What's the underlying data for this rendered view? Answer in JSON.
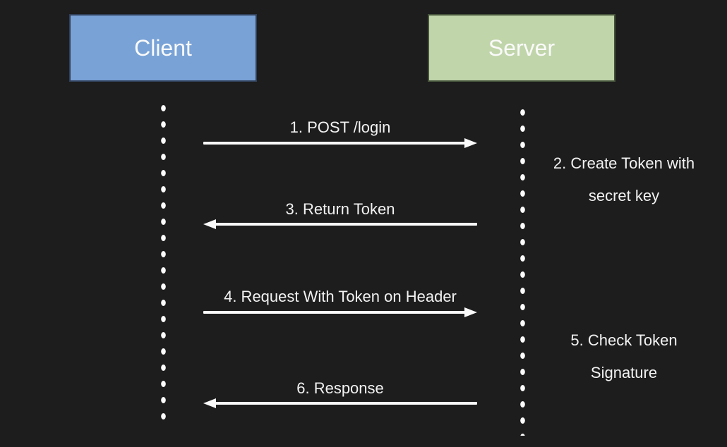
{
  "colors": {
    "background": "#1d1d1d",
    "client_fill": "#79a3d7",
    "server_fill": "#c0d5aa",
    "text": "#f2f2f2",
    "arrow": "#fafafa"
  },
  "actors": {
    "client": {
      "label": "Client"
    },
    "server": {
      "label": "Server"
    }
  },
  "messages": {
    "m1": {
      "label": "1. POST /login",
      "direction": "right"
    },
    "m3": {
      "label": "3. Return Token",
      "direction": "left"
    },
    "m4": {
      "label": "4. Request With Token on Header",
      "direction": "right"
    },
    "m6": {
      "label": "6. Response",
      "direction": "left"
    }
  },
  "notes": {
    "n2": {
      "line1": "2. Create Token with",
      "line2": "secret key"
    },
    "n5": {
      "line1": "5. Check Token",
      "line2": "Signature"
    }
  }
}
